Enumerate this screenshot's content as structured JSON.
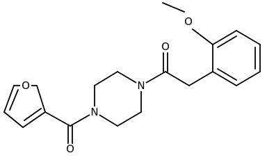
{
  "atoms": {
    "furan_o": "O",
    "carbonyl_o_left": "O",
    "n_left": "N",
    "n_right": "N",
    "carbonyl_o_right": "O",
    "methoxy_o": "O"
  },
  "colors": {
    "bond": "#000000",
    "background": "#ffffff",
    "label": "#000000"
  }
}
